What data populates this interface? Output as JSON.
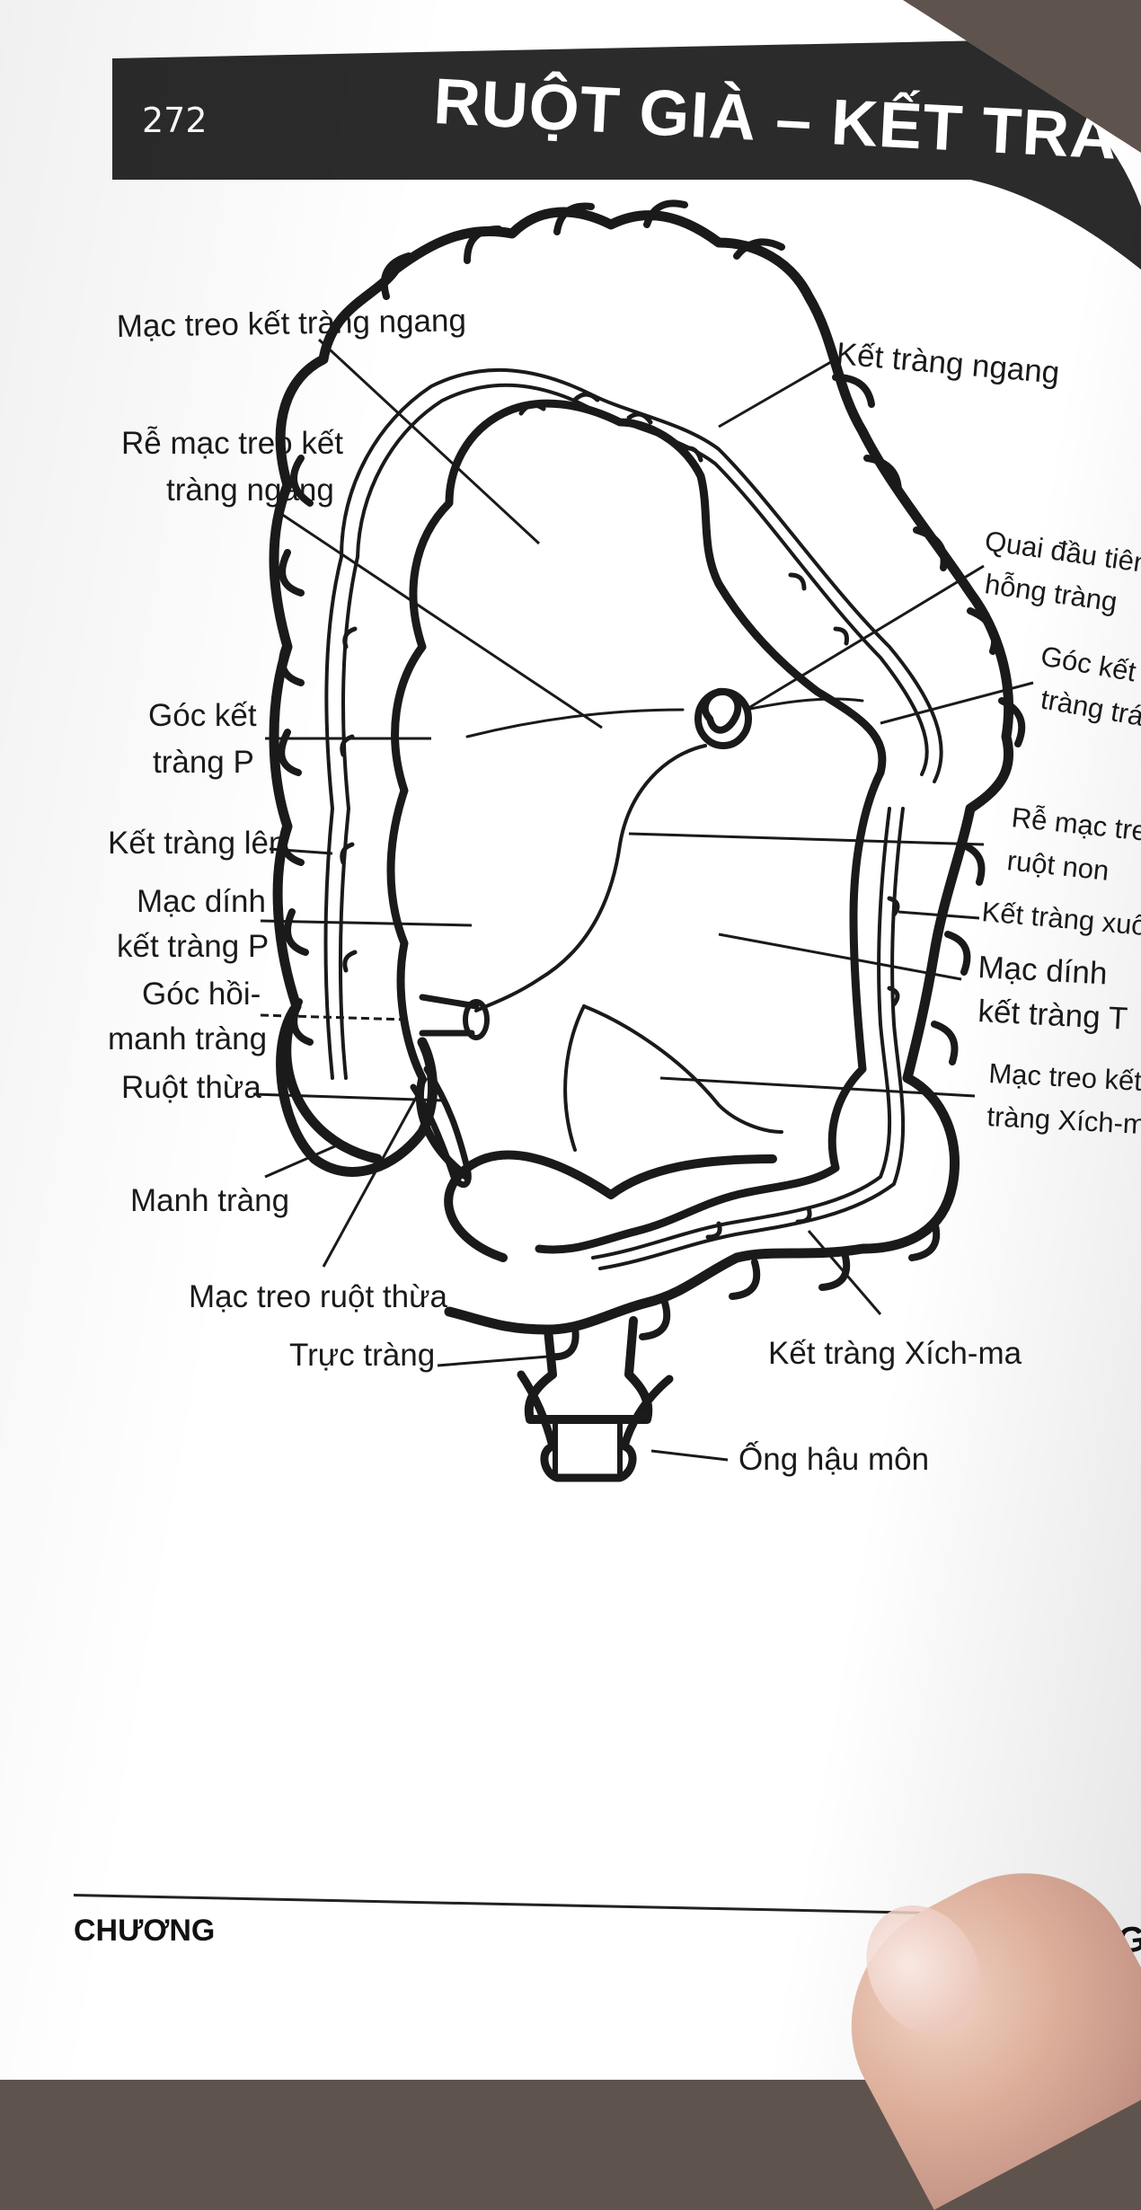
{
  "header": {
    "page_number": "272",
    "title": "RUỘT GIÀ –  KẾT TRÀNG"
  },
  "labels": {
    "mac_treo_ket_trang_ngang": "Mạc treo kết tràng ngang",
    "ket_trang_ngang": "Kết tràng ngang",
    "re_mac_treo_ktn_1": "Rễ mạc treo kết",
    "re_mac_treo_ktn_2": "tràng ngang",
    "quai_dau_tien_1": "Quai đầu tiên",
    "quai_dau_tien_2": "hỗng tràng",
    "goc_ket_trang_trai_1": "Góc kết",
    "goc_ket_trang_trai_2": "tràng trái",
    "goc_ket_trang_p_1": "Góc kết",
    "goc_ket_trang_p_2": "tràng P",
    "re_mac_treo_ruot_non_1": "Rễ mạc treo",
    "re_mac_treo_ruot_non_2": "ruột non",
    "ket_trang_len": "Kết tràng lên",
    "ket_trang_xuong": "Kết tràng xuống",
    "mac_dinh_ket_trang_p_1": "Mạc dính",
    "mac_dinh_ket_trang_p_2": "kết tràng P",
    "mac_dinh_ket_trang_t_1": "Mạc dính",
    "mac_dinh_ket_trang_t_2": "kết tràng T",
    "goc_hoi_manh_trang_1": "Góc hồi-",
    "goc_hoi_manh_trang_2": "manh tràng",
    "ruot_thua": "Ruột thừa",
    "mac_treo_ket_trang_xich_ma_1": "Mạc treo kết",
    "mac_treo_ket_trang_xich_ma_2": "tràng Xích-ma",
    "manh_trang": "Manh tràng",
    "mac_treo_ruot_thua": "Mạc treo ruột thừa",
    "truc_trang": "Trực tràng",
    "ket_trang_xich_ma": "Kết tràng Xích-ma",
    "ong_hau_mon": "Ống hậu môn"
  },
  "footer": {
    "left": "CHƯƠNG",
    "right": "RUỘT GIÀ"
  },
  "colors": {
    "header_band": "#2b2b2b",
    "ink": "#1a1a1a",
    "page": "#ffffff",
    "background": "#5f534e"
  }
}
